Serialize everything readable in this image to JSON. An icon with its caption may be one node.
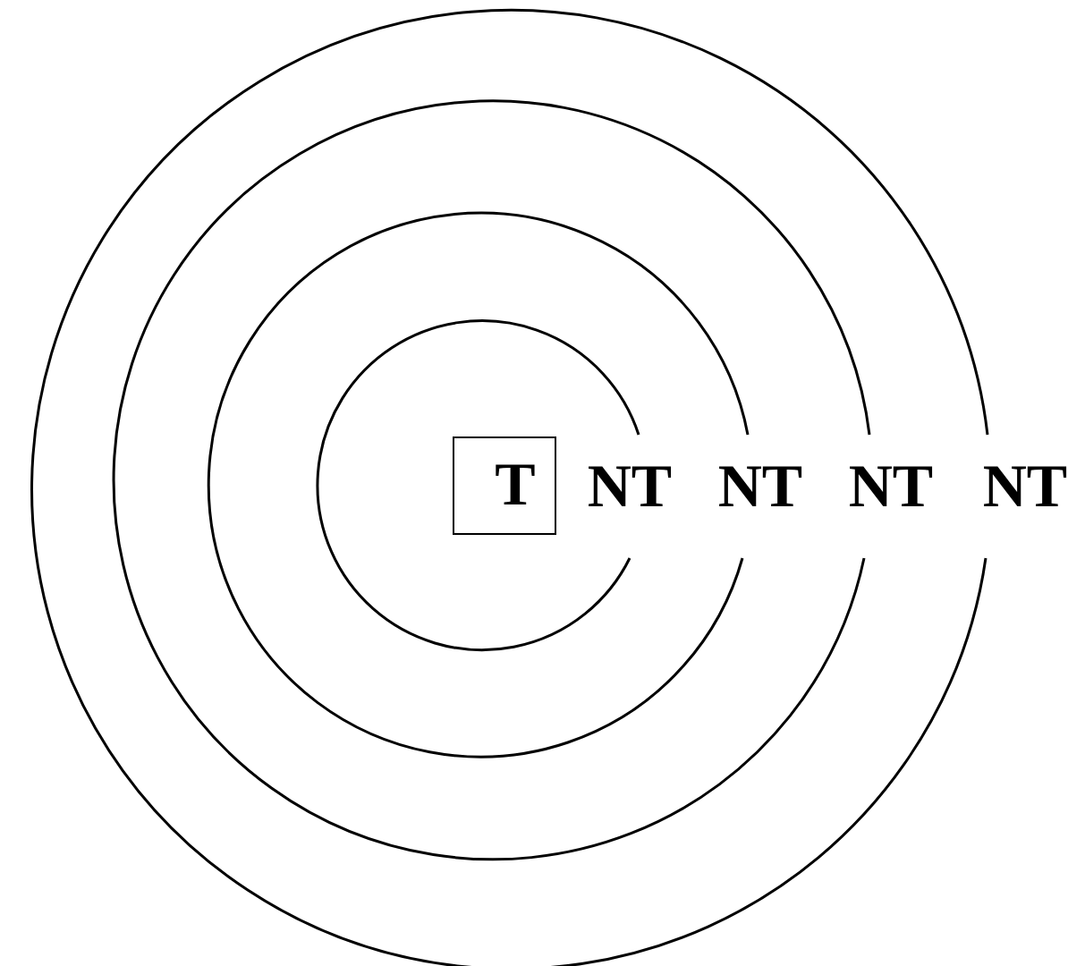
{
  "diagram": {
    "nodes": [
      {
        "text": [
          "T"
        ]
      }
    ],
    "labels": [
      "NT",
      "NT",
      "NT",
      "NT"
    ]
  }
}
